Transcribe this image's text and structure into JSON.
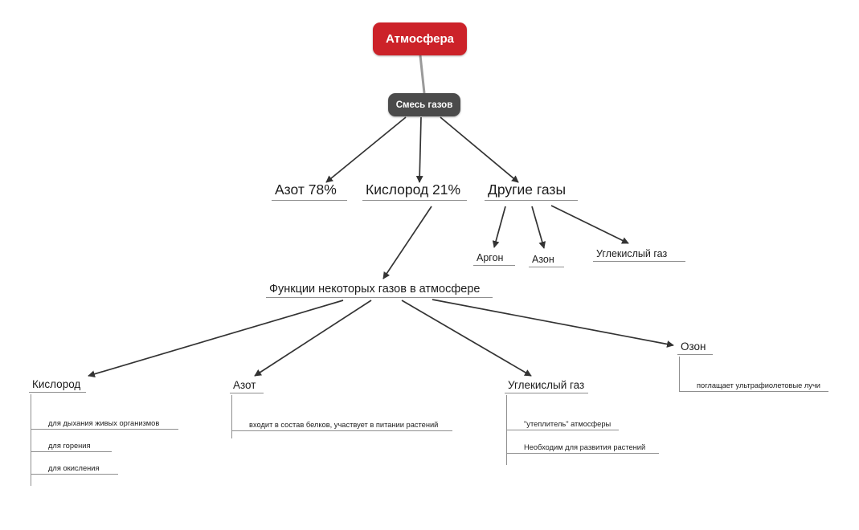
{
  "diagram": {
    "title": "Атмосфера",
    "type": "tree-diagram",
    "colors": {
      "root_fill": "#cc2229",
      "mix_fill": "#4b4b4b",
      "node_text": "#1c1c1c",
      "line": "#8f8f8f",
      "arrow": "#333333",
      "background": "#ffffff"
    },
    "root": {
      "label": "Атмосфера"
    },
    "mix": {
      "label": "Смесь газов"
    },
    "composition": [
      {
        "label": "Азот 78%"
      },
      {
        "label": "Кислород 21%"
      },
      {
        "label": "Другие газы"
      }
    ],
    "other_gases": [
      {
        "label": "Аргон"
      },
      {
        "label": "Азон"
      },
      {
        "label": "Углекислый газ"
      }
    ],
    "functions_node": {
      "label": "Функции некоторых газов в атмосфере"
    },
    "functions": [
      {
        "heading": "Кислород",
        "items": [
          "для дыхания живых организмов",
          "для горения",
          "для окисления"
        ]
      },
      {
        "heading": "Азот",
        "items": [
          "входит в состав белков, участвует в питании растений"
        ]
      },
      {
        "heading": "Углекислый газ",
        "items": [
          "\"утеплитель\" атмосферы",
          "Необходим для развития растений"
        ]
      },
      {
        "heading": "Озон",
        "items": [
          "поглащает ультрафиолетовые лучи"
        ]
      }
    ]
  }
}
